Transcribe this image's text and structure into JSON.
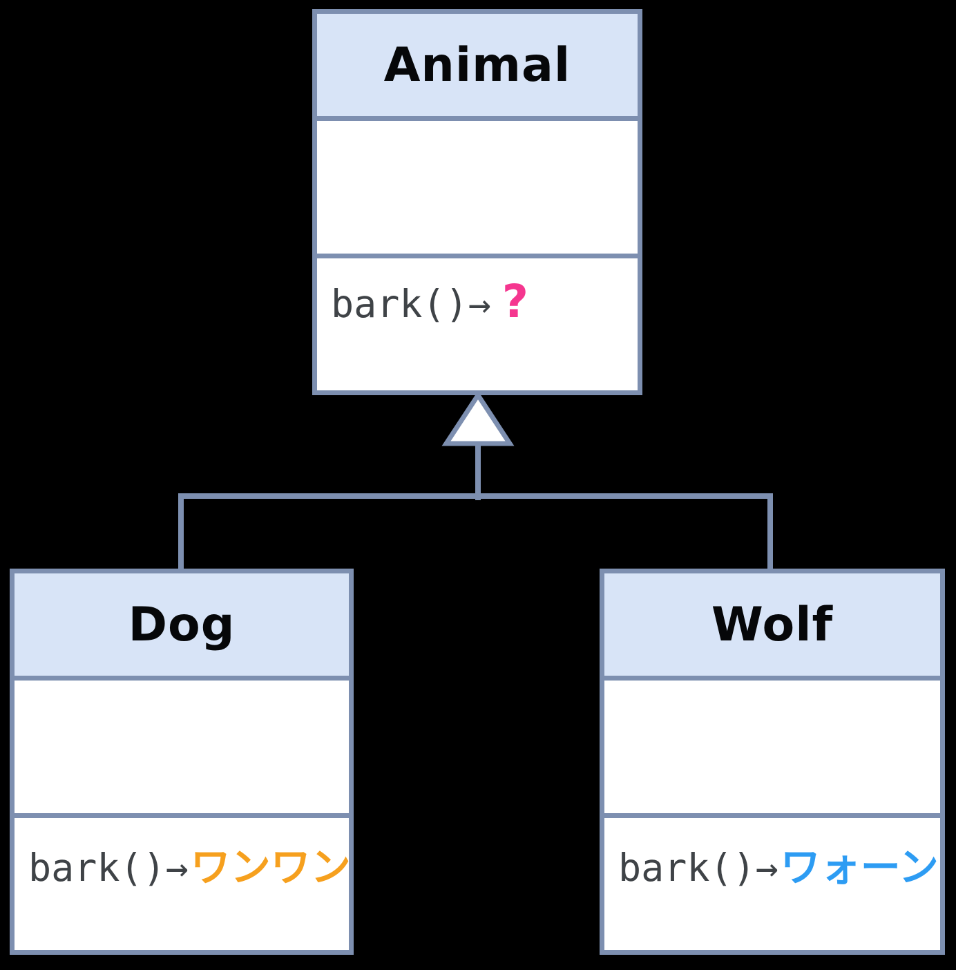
{
  "colors": {
    "background": "#000000",
    "box_border": "#7D8FB0",
    "header_fill": "#D8E4F7",
    "section_fill": "#FFFFFF",
    "title_text": "#060709",
    "method_text": "#3F4347",
    "triangle_fill": "#FFFFFF",
    "animal_result": "#F5368F",
    "dog_result": "#F6A01E",
    "wolf_result": "#2D9CF3"
  },
  "classes": [
    {
      "name": "Animal",
      "method": {
        "prefix": "bark()→",
        "result": "?",
        "result_color": "#F5368F"
      }
    },
    {
      "name": "Dog",
      "method": {
        "prefix": "bark()→",
        "result": "ワンワン",
        "result_color": "#F6A01E"
      }
    },
    {
      "name": "Wolf",
      "method": {
        "prefix": "bark()→",
        "result": "ワォーン",
        "result_color": "#2D9CF3"
      }
    }
  ],
  "relationship": {
    "type": "inheritance",
    "parent": "Animal",
    "children": [
      "Dog",
      "Wolf"
    ]
  }
}
